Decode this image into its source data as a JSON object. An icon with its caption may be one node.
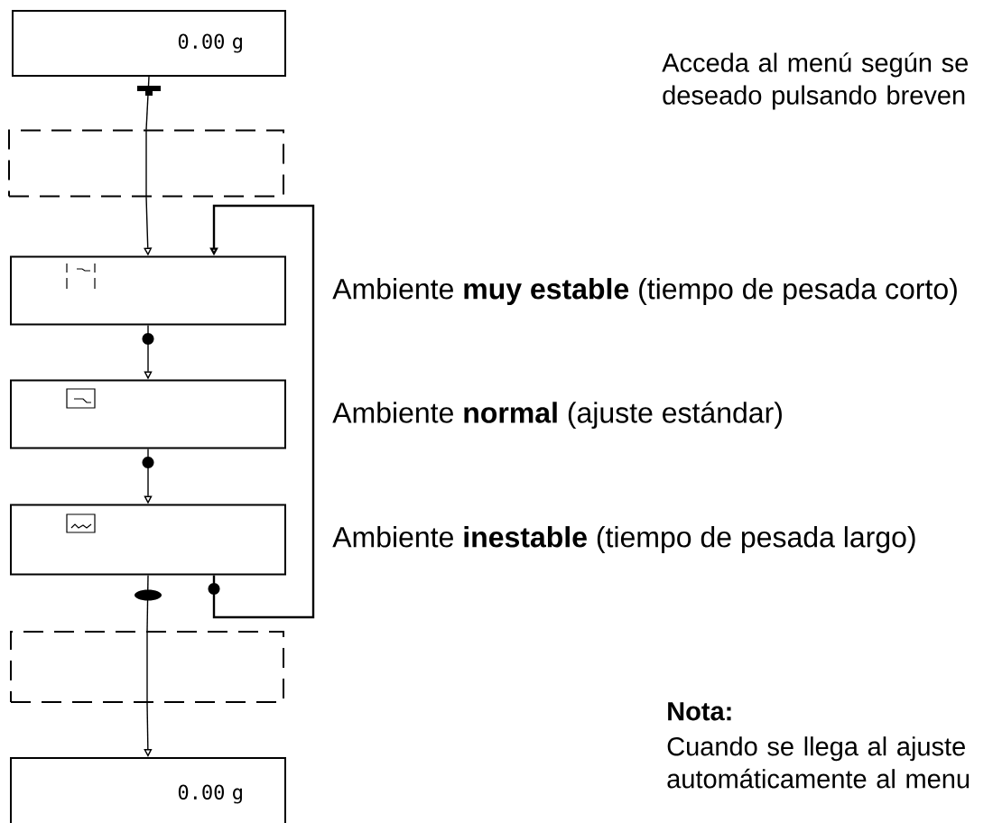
{
  "diagram": {
    "nodes": [
      {
        "text": [
          "0.00 g"
        ]
      },
      {
        "text": [],
        "shape": "box"
      },
      {
        "text": [],
        "shape": "box",
        "beside": [
          "Ambiente **muy estable** (tiempo de pesada corto)"
        ]
      },
      {
        "text": [],
        "shape": "box",
        "beside": [
          "Ambiente **normal** (ajuste estándar)"
        ]
      },
      {
        "text": [],
        "shape": "box",
        "beside": [
          "Ambiente **inestable** (tiempo de pesada largo)"
        ]
      },
      {
        "text": [],
        "shape": "box"
      },
      {
        "text": [
          "0.00 g"
        ]
      }
    ],
    "edges": [
      {
        "from": 0,
        "to": 1,
        "arrow": "none"
      },
      {
        "from": 1,
        "to": 2,
        "arrow": "to"
      },
      {
        "from": 2,
        "to": 3,
        "arrow": "to"
      },
      {
        "from": 3,
        "to": 4,
        "arrow": "to"
      },
      {
        "from": 4,
        "to": 2,
        "arrow": "to"
      },
      {
        "from": 4,
        "to": 5,
        "arrow": "none"
      },
      {
        "from": 5,
        "to": 6,
        "arrow": "to"
      }
    ],
    "labels": [
      "Acceda al menú según se deseado pulsando breven",
      "Nota:",
      "Cuando se llega al ajuste automáticamente al menu"
    ]
  }
}
